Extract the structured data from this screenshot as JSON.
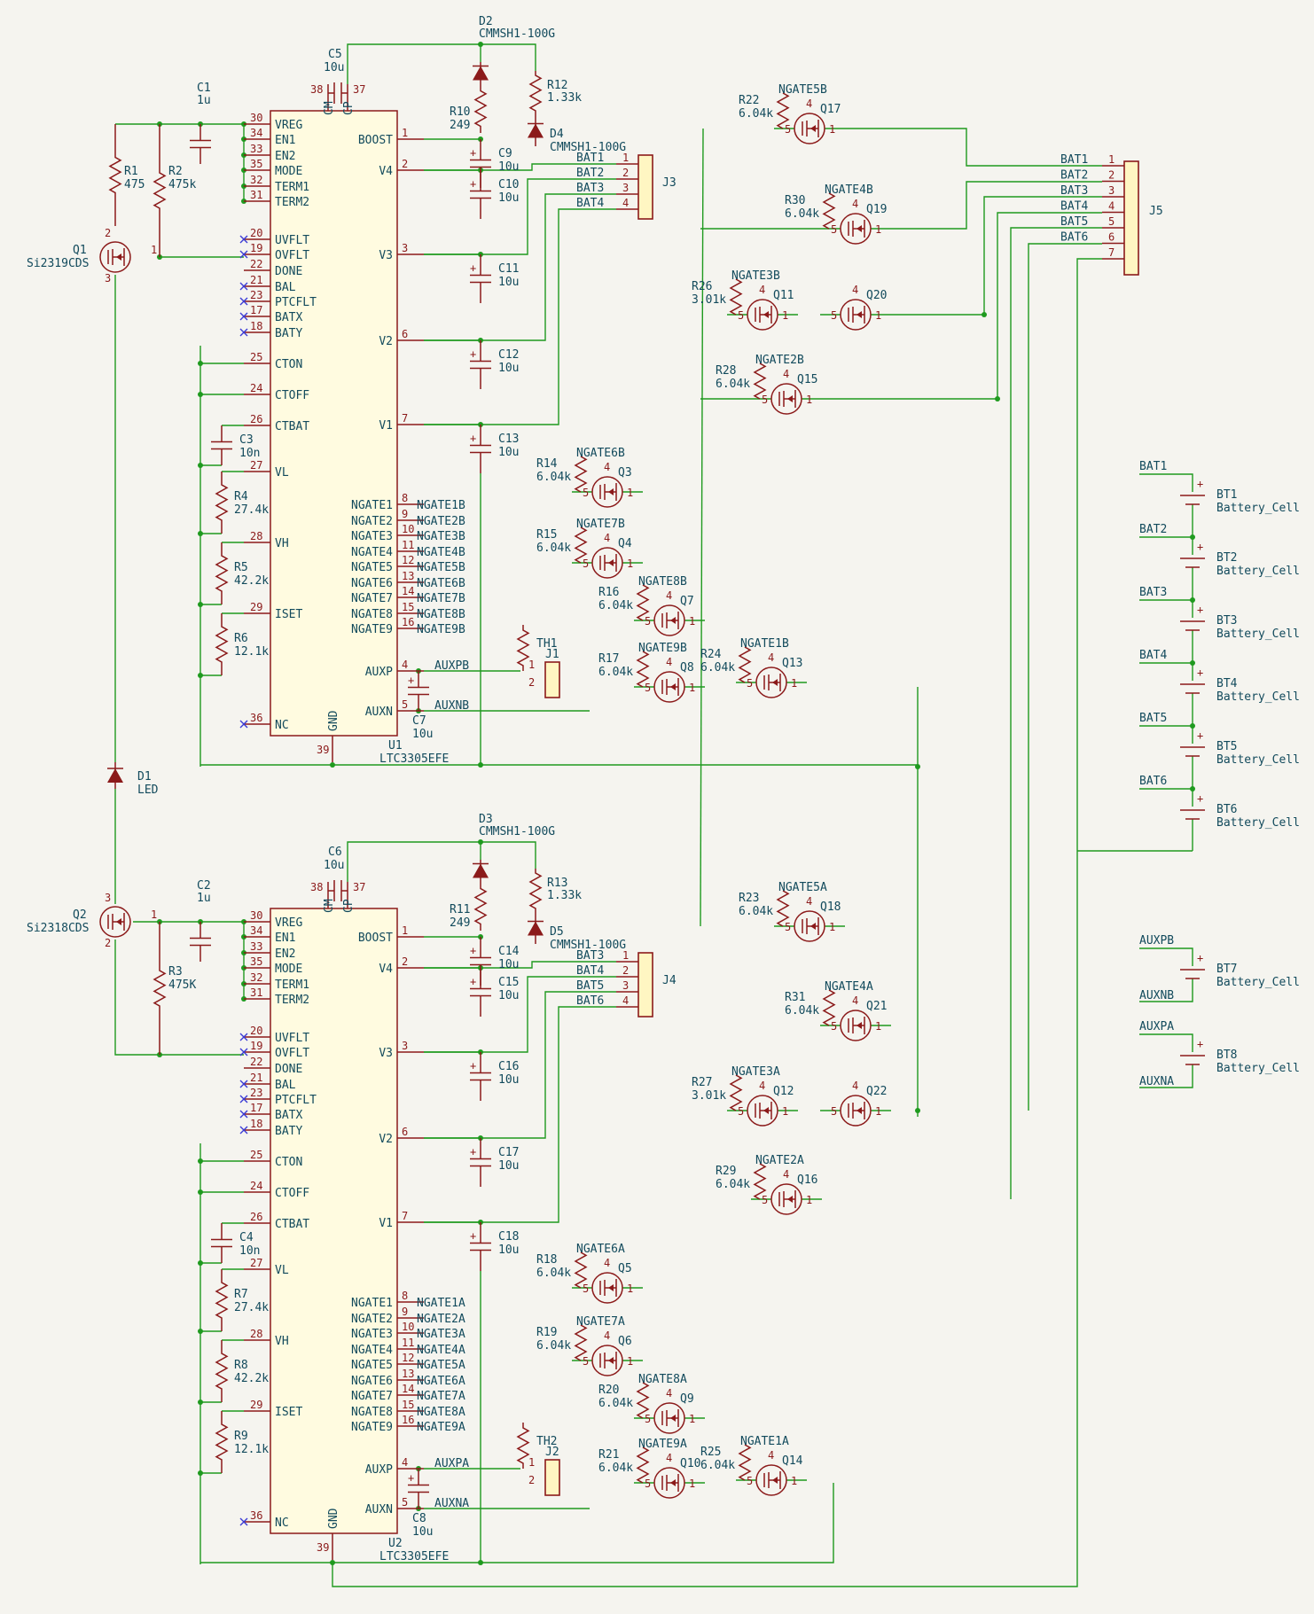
{
  "sheet": {
    "u1": {
      "ref": "U1",
      "value": "LTC3305EFE"
    },
    "u2": {
      "ref": "U2",
      "value": "LTC3305EFE"
    },
    "ic_left_pins": [
      {
        "label": "VREG",
        "num": "30",
        "nc": false
      },
      {
        "label": "EN1",
        "num": "34",
        "nc": false
      },
      {
        "label": "EN2",
        "num": "33",
        "nc": false
      },
      {
        "label": "MODE",
        "num": "35",
        "nc": false
      },
      {
        "label": "TERM1",
        "num": "32",
        "nc": false
      },
      {
        "label": "TERM2",
        "num": "31",
        "nc": false
      },
      {
        "label": "UVFLT",
        "num": "20",
        "nc": true
      },
      {
        "label": "OVFLT",
        "num": "19",
        "nc": true
      },
      {
        "label": "DONE",
        "num": "22",
        "nc": false
      },
      {
        "label": "BAL",
        "num": "21",
        "nc": true
      },
      {
        "label": "PTCFLT",
        "num": "23",
        "nc": true
      },
      {
        "label": "BATX",
        "num": "17",
        "nc": true
      },
      {
        "label": "BATY",
        "num": "18",
        "nc": true
      },
      {
        "label": "CTON",
        "num": "25",
        "nc": false
      },
      {
        "label": "CTOFF",
        "num": "24",
        "nc": false
      },
      {
        "label": "CTBAT",
        "num": "26",
        "nc": false
      },
      {
        "label": "VL",
        "num": "27",
        "nc": false
      },
      {
        "label": "VH",
        "num": "28",
        "nc": false
      },
      {
        "label": "ISET",
        "num": "29",
        "nc": false
      },
      {
        "label": "NC",
        "num": "36",
        "nc": true
      }
    ],
    "ic_right_pins": [
      {
        "label": "BOOST",
        "num": "1"
      },
      {
        "label": "V4",
        "num": "2"
      },
      {
        "label": "V3",
        "num": "3"
      },
      {
        "label": "V2",
        "num": "6"
      },
      {
        "label": "V1",
        "num": "7"
      },
      {
        "label": "NGATE1",
        "num": "8"
      },
      {
        "label": "NGATE2",
        "num": "9"
      },
      {
        "label": "NGATE3",
        "num": "10"
      },
      {
        "label": "NGATE4",
        "num": "11"
      },
      {
        "label": "NGATE5",
        "num": "12"
      },
      {
        "label": "NGATE6",
        "num": "13"
      },
      {
        "label": "NGATE7",
        "num": "14"
      },
      {
        "label": "NGATE8",
        "num": "15"
      },
      {
        "label": "NGATE9",
        "num": "16"
      },
      {
        "label": "AUXP",
        "num": "4"
      },
      {
        "label": "AUXN",
        "num": "5"
      }
    ],
    "ic_top_pins": [
      {
        "label": "CM",
        "num": "38"
      },
      {
        "label": "CP",
        "num": "37"
      }
    ],
    "ic_bottom_pin": {
      "label": "GND",
      "num": "39"
    },
    "ngate_u1": [
      "NGATE1B",
      "NGATE2B",
      "NGATE3B",
      "NGATE4B",
      "NGATE5B",
      "NGATE6B",
      "NGATE7B",
      "NGATE8B",
      "NGATE9B"
    ],
    "ngate_u2": [
      "NGATE1A",
      "NGATE2A",
      "NGATE3A",
      "NGATE4A",
      "NGATE5A",
      "NGATE6A",
      "NGATE7A",
      "NGATE8A",
      "NGATE9A"
    ],
    "aux_u1": [
      "AUXPB",
      "AUXNB"
    ],
    "aux_u2": [
      "AUXPA",
      "AUXNA"
    ],
    "connectors": {
      "j3": {
        "ref": "J3",
        "pins": [
          "BAT1",
          "BAT2",
          "BAT3",
          "BAT4"
        ]
      },
      "j4": {
        "ref": "J4",
        "pins": [
          "BAT3",
          "BAT4",
          "BAT5",
          "BAT6"
        ]
      },
      "j5": {
        "ref": "J5",
        "pins": [
          "BAT1",
          "BAT2",
          "BAT3",
          "BAT4",
          "BAT5",
          "BAT6",
          ""
        ]
      },
      "j1": {
        "ref": "J1"
      },
      "j2": {
        "ref": "J2"
      }
    },
    "batteries": [
      {
        "ref": "BT1",
        "value": "Battery_Cell",
        "net": "BAT1"
      },
      {
        "ref": "BT2",
        "value": "Battery_Cell",
        "net": "BAT2"
      },
      {
        "ref": "BT3",
        "value": "Battery_Cell",
        "net": "BAT3"
      },
      {
        "ref": "BT4",
        "value": "Battery_Cell",
        "net": "BAT4"
      },
      {
        "ref": "BT5",
        "value": "Battery_Cell",
        "net": "BAT5"
      },
      {
        "ref": "BT6",
        "value": "Battery_Cell",
        "net": "BAT6"
      }
    ],
    "aux_batteries": [
      {
        "ref": "BT7",
        "value": "Battery_Cell",
        "top": "AUXPB",
        "bottom": "AUXNB"
      },
      {
        "ref": "BT8",
        "value": "Battery_Cell",
        "top": "AUXPA",
        "bottom": "AUXNA"
      }
    ],
    "parts": {
      "c1": {
        "ref": "C1",
        "value": "1u"
      },
      "c2": {
        "ref": "C2",
        "value": "1u"
      },
      "c3": {
        "ref": "C3",
        "value": "10n"
      },
      "c4": {
        "ref": "C4",
        "value": "10n"
      },
      "c5": {
        "ref": "C5",
        "value": "10u"
      },
      "c6": {
        "ref": "C6",
        "value": "10u"
      },
      "c7": {
        "ref": "C7",
        "value": "10u"
      },
      "c8": {
        "ref": "C8",
        "value": "10u"
      },
      "c9": {
        "ref": "C9",
        "value": "10u"
      },
      "c10": {
        "ref": "C10",
        "value": "10u"
      },
      "c11": {
        "ref": "C11",
        "value": "10u"
      },
      "c12": {
        "ref": "C12",
        "value": "10u"
      },
      "c13": {
        "ref": "C13",
        "value": "10u"
      },
      "c14": {
        "ref": "C14",
        "value": "10u"
      },
      "c15": {
        "ref": "C15",
        "value": "10u"
      },
      "c16": {
        "ref": "C16",
        "value": "10u"
      },
      "c17": {
        "ref": "C17",
        "value": "10u"
      },
      "c18": {
        "ref": "C18",
        "value": "10u"
      },
      "r1": {
        "ref": "R1",
        "value": "475"
      },
      "r2": {
        "ref": "R2",
        "value": "475k"
      },
      "r3": {
        "ref": "R3",
        "value": "475K"
      },
      "r4": {
        "ref": "R4",
        "value": "27.4k"
      },
      "r5": {
        "ref": "R5",
        "value": "42.2k"
      },
      "r6": {
        "ref": "R6",
        "value": "12.1k"
      },
      "r7": {
        "ref": "R7",
        "value": "27.4k"
      },
      "r8": {
        "ref": "R8",
        "value": "42.2k"
      },
      "r9": {
        "ref": "R9",
        "value": "12.1k"
      },
      "r10": {
        "ref": "R10",
        "value": "249"
      },
      "r11": {
        "ref": "R11",
        "value": "249"
      },
      "r12": {
        "ref": "R12",
        "value": "1.33k"
      },
      "r13": {
        "ref": "R13",
        "value": "1.33k"
      },
      "d1": {
        "ref": "D1",
        "value": "LED"
      },
      "d2": {
        "ref": "D2",
        "value": "CMMSH1-100G"
      },
      "d3": {
        "ref": "D3",
        "value": "CMMSH1-100G"
      },
      "d4": {
        "ref": "D4",
        "value": "CMMSH1-100G"
      },
      "d5": {
        "ref": "D5",
        "value": "CMMSH1-100G"
      },
      "q1": {
        "ref": "Q1",
        "value": "Si2319CDS"
      },
      "q2": {
        "ref": "Q2",
        "value": "Si2318CDS"
      },
      "th1": {
        "ref": "TH1"
      },
      "th2": {
        "ref": "TH2"
      }
    },
    "fets": [
      {
        "ref": "Q17",
        "gate": "NGATE5B",
        "r": "R22",
        "rv": "6.04k"
      },
      {
        "ref": "Q19",
        "gate": "NGATE4B",
        "r": "R30",
        "rv": "6.04k"
      },
      {
        "ref": "Q11",
        "gate": "NGATE3B",
        "r": "R26",
        "rv": "3.01k"
      },
      {
        "ref": "Q20",
        "gate": "",
        "r": "",
        "rv": ""
      },
      {
        "ref": "Q15",
        "gate": "NGATE2B",
        "r": "R28",
        "rv": "6.04k"
      },
      {
        "ref": "Q3",
        "gate": "NGATE6B",
        "r": "R14",
        "rv": "6.04k"
      },
      {
        "ref": "Q4",
        "gate": "NGATE7B",
        "r": "R15",
        "rv": "6.04k"
      },
      {
        "ref": "Q7",
        "gate": "NGATE8B",
        "r": "R16",
        "rv": "6.04k"
      },
      {
        "ref": "Q8",
        "gate": "NGATE9B",
        "r": "R17",
        "rv": "6.04k"
      },
      {
        "ref": "Q13",
        "gate": "NGATE1B",
        "r": "R24",
        "rv": "6.04k"
      },
      {
        "ref": "Q18",
        "gate": "NGATE5A",
        "r": "R23",
        "rv": "6.04k"
      },
      {
        "ref": "Q21",
        "gate": "NGATE4A",
        "r": "R31",
        "rv": "6.04k"
      },
      {
        "ref": "Q12",
        "gate": "NGATE3A",
        "r": "R27",
        "rv": "3.01k"
      },
      {
        "ref": "Q22",
        "gate": "",
        "r": "",
        "rv": ""
      },
      {
        "ref": "Q16",
        "gate": "NGATE2A",
        "r": "R29",
        "rv": "6.04k"
      },
      {
        "ref": "Q5",
        "gate": "NGATE6A",
        "r": "R18",
        "rv": "6.04k"
      },
      {
        "ref": "Q6",
        "gate": "NGATE7A",
        "r": "R19",
        "rv": "6.04k"
      },
      {
        "ref": "Q9",
        "gate": "NGATE8A",
        "r": "R20",
        "rv": "6.04k"
      },
      {
        "ref": "Q10",
        "gate": "NGATE9A",
        "r": "R21",
        "rv": "6.04k"
      },
      {
        "ref": "Q14",
        "gate": "NGATE1A",
        "r": "R25",
        "rv": "6.04k"
      }
    ]
  }
}
